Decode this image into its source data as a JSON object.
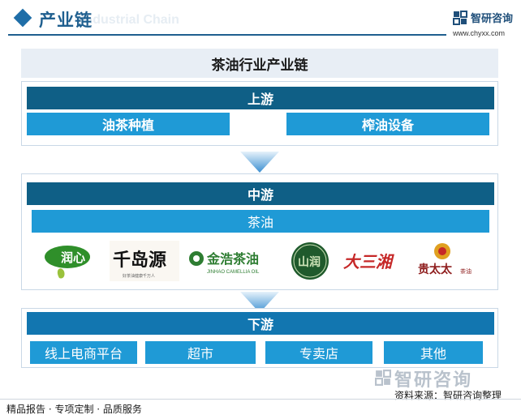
{
  "header": {
    "title": "产业链",
    "title_en": "Industrial Chain",
    "logo_text": "智研咨询",
    "logo_url": "www.chyxx.com"
  },
  "main_title": "茶油行业产业链",
  "upstream": {
    "label": "上游",
    "items": [
      "油茶种植",
      "榨油设备"
    ]
  },
  "midstream": {
    "label": "中游",
    "product": "茶油",
    "brands": [
      {
        "text": "润心"
      },
      {
        "text": "千岛源",
        "tagline": "好茶油健康千万人"
      },
      {
        "text": "金浩茶油",
        "sub": "JINHAO CAMELLIA OIL"
      },
      {
        "text": "山润"
      },
      {
        "text": "大三湘"
      },
      {
        "text": "贵太太",
        "sub": "茶油"
      }
    ]
  },
  "downstream": {
    "label": "下游",
    "items": [
      "线上电商平台",
      "超市",
      "专卖店",
      "其他"
    ]
  },
  "footer": {
    "logo_text": "智研咨询",
    "source": "资料来源：智研咨询整理",
    "left_text": "精品报告 · 专项定制 · 品质服务"
  },
  "colors": {
    "bar_dark": "#0f5f86",
    "chip": "#1f9ad6",
    "title_box": "#e8eef5"
  }
}
